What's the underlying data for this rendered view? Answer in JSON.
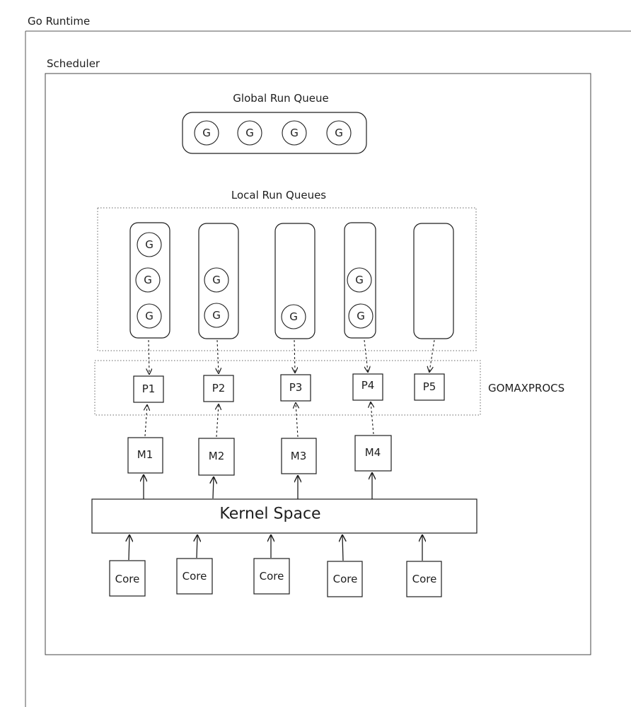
{
  "outer_title": "Go Runtime",
  "scheduler_title": "Scheduler",
  "global_queue": {
    "title": "Global Run Queue",
    "goroutines": [
      "G",
      "G",
      "G",
      "G"
    ]
  },
  "local_queues": {
    "title": "Local Run Queues",
    "queues": [
      {
        "goroutines": [
          "G",
          "G",
          "G"
        ]
      },
      {
        "goroutines": [
          "G",
          "G"
        ]
      },
      {
        "goroutines": [
          "G"
        ]
      },
      {
        "goroutines": [
          "G",
          "G"
        ]
      },
      {
        "goroutines": []
      }
    ]
  },
  "processors": {
    "group_label": "GOMAXPROCS",
    "items": [
      "P1",
      "P2",
      "P3",
      "P4",
      "P5"
    ]
  },
  "machines": [
    "M1",
    "M2",
    "M3",
    "M4"
  ],
  "kernel_label": "Kernel Space",
  "cores": [
    "Core",
    "Core",
    "Core",
    "Core",
    "Core"
  ]
}
